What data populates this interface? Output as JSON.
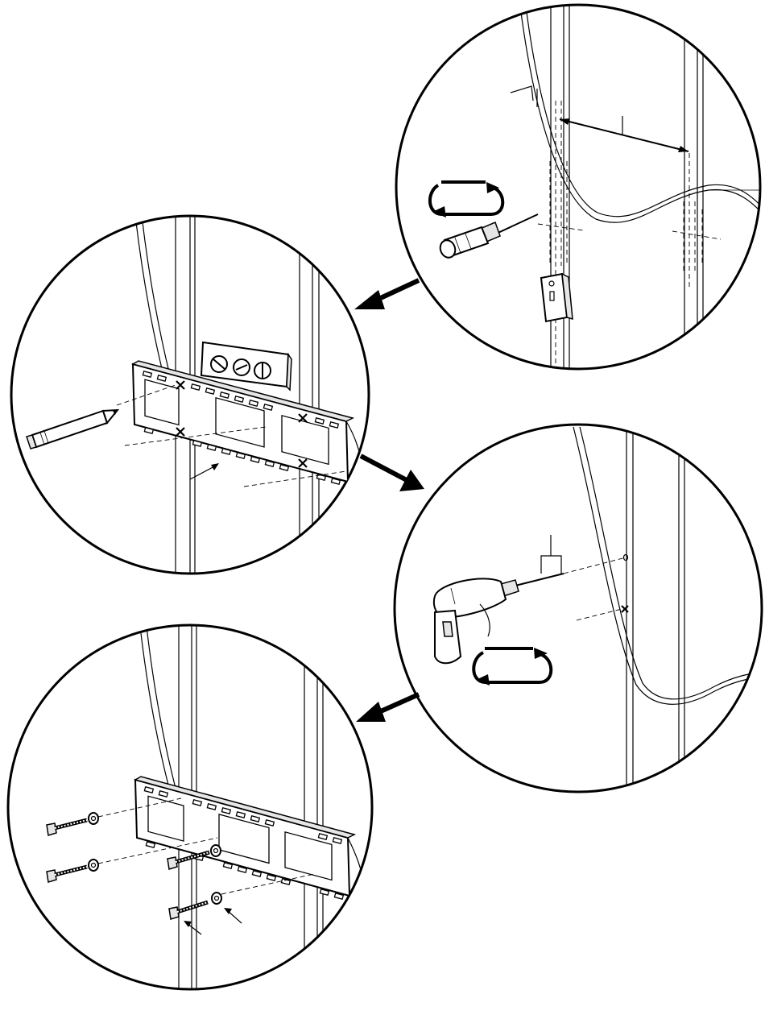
{
  "figure": {
    "panels": [
      {
        "id": "step-locate-studs",
        "tools": [
          "stud-finder",
          "screwdriver",
          "wall-outlet",
          "rotation-arrows"
        ]
      },
      {
        "id": "step-mark-holes",
        "tools": [
          "pencil",
          "level",
          "wall-plate"
        ]
      },
      {
        "id": "step-drill-pilot-holes",
        "tools": [
          "drill",
          "rotation-arrows"
        ]
      },
      {
        "id": "step-attach-plate",
        "tools": [
          "lag-bolts",
          "washers",
          "wall-plate"
        ]
      }
    ],
    "flow_arrows": [
      "arrow-step1-to-step2",
      "arrow-step2-to-step3",
      "arrow-step3-to-step4"
    ]
  },
  "colors": {
    "line": "#000000",
    "background": "#ffffff",
    "panel_fill": "#ffffff",
    "shade": "#e6e6e6"
  }
}
